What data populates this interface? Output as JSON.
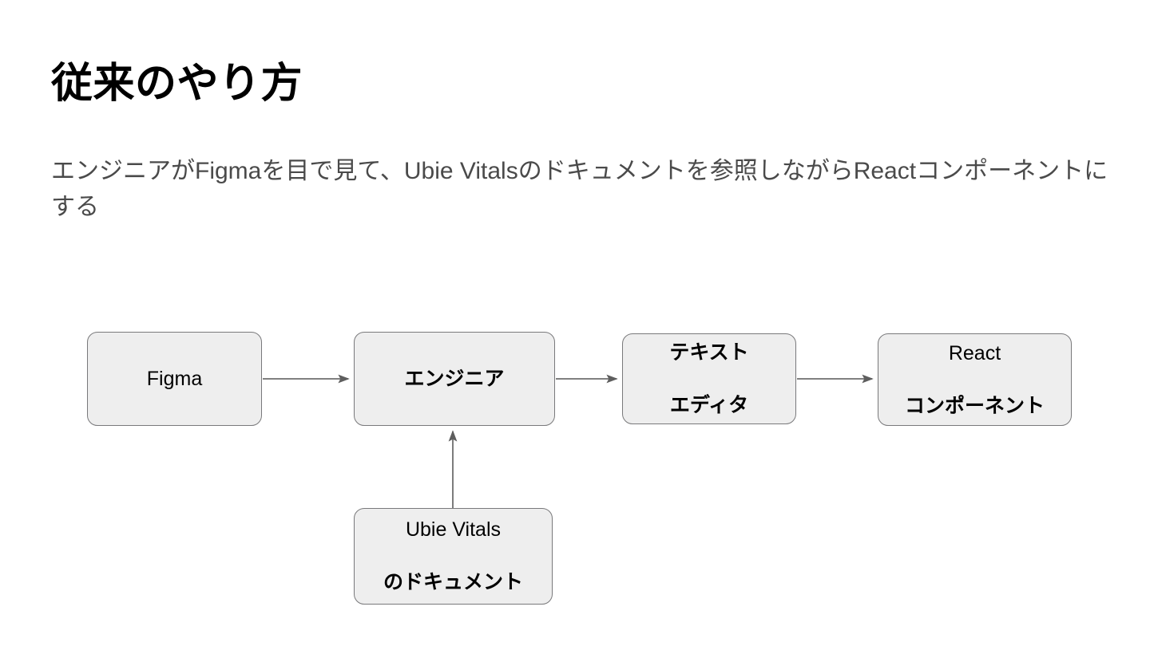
{
  "slide": {
    "title": "従来のやり方",
    "subtitle": "エンジニアがFigmaを目で見て、Ubie Vitalsのドキュメントを参照しながらReactコンポーネントにする",
    "background_color": "#ffffff",
    "title_color": "#000000",
    "subtitle_color": "#4a4a4a"
  },
  "diagram": {
    "node_fill": "#eeeeee",
    "node_border": "#79797b",
    "connector_color": "#6e6e6e",
    "nodes": [
      {
        "id": "figma",
        "label": "Figma",
        "weight": "regular"
      },
      {
        "id": "engineer",
        "label": "エンジニア",
        "weight": "bold"
      },
      {
        "id": "editor",
        "line1": "テキスト",
        "line2": "エディタ",
        "weight": "bold"
      },
      {
        "id": "react",
        "line1": "React",
        "line2": "コンポーネント",
        "weight": "mixed"
      },
      {
        "id": "ubievitals",
        "line1": "Ubie Vitals",
        "line2": "のドキュメント",
        "weight": "mixed"
      }
    ],
    "connectors": [
      {
        "from": "figma",
        "to": "engineer",
        "direction": "right"
      },
      {
        "from": "engineer",
        "to": "editor",
        "direction": "right"
      },
      {
        "from": "editor",
        "to": "react",
        "direction": "right"
      },
      {
        "from": "ubievitals",
        "to": "engineer",
        "direction": "up"
      }
    ]
  }
}
